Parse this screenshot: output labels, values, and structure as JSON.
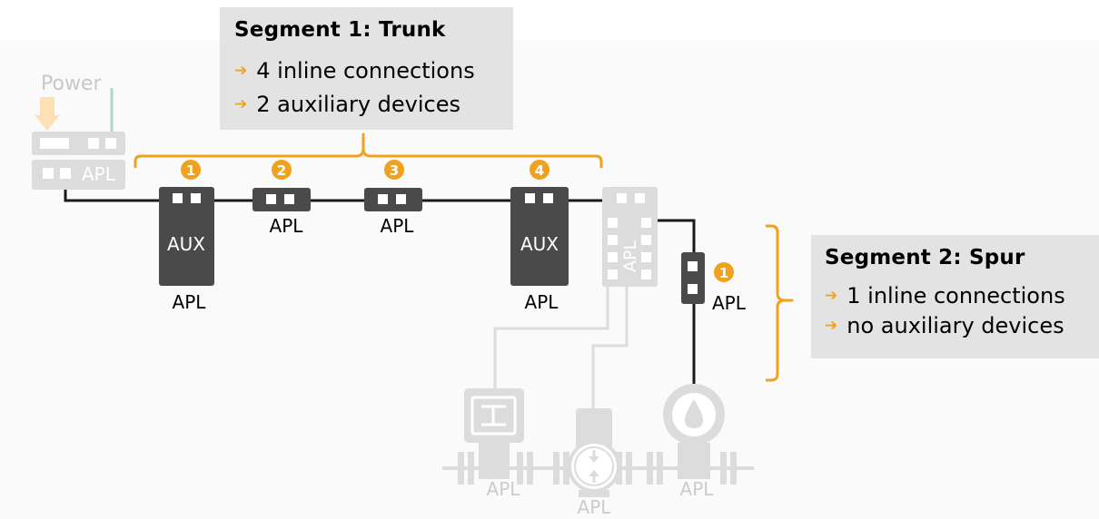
{
  "colors": {
    "accent": "#f0a11d",
    "device": "#4a4a4a",
    "faded": "#dcdcdc",
    "line": "#1a1a1a"
  },
  "power": {
    "label": "Power",
    "apl_label": "APL"
  },
  "segment1": {
    "title": "Segment 1: Trunk",
    "items": [
      "4 inline connections",
      "2 auxiliary devices"
    ],
    "markers": [
      "1",
      "2",
      "3",
      "4"
    ]
  },
  "segment2": {
    "title": "Segment 2: Spur",
    "items": [
      "1 inline connections",
      "no auxiliary devices"
    ],
    "marker": "1"
  },
  "trunk_devices": [
    {
      "type": "aux",
      "inner": "AUX",
      "label": "APL"
    },
    {
      "type": "inline",
      "label": "APL"
    },
    {
      "type": "inline",
      "label": "APL"
    },
    {
      "type": "aux",
      "inner": "AUX",
      "label": "APL"
    }
  ],
  "switch_label": "APL",
  "spur_device": {
    "label": "APL"
  },
  "field_devices": [
    {
      "icon": "valve-actuator-icon",
      "label": "APL"
    },
    {
      "icon": "flow-meter-icon",
      "label": "APL"
    },
    {
      "icon": "level-sensor-icon",
      "label": "APL"
    }
  ]
}
